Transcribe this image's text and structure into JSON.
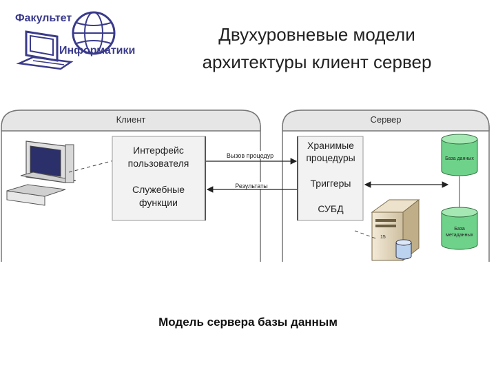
{
  "logo": {
    "line1": "Факультет",
    "line2": "Информатики"
  },
  "title": {
    "line1": "Двухуровневые модели",
    "line2": "архитектуры клиент сервер"
  },
  "diagram": {
    "client_label": "Клиент",
    "server_label": "Сервер",
    "client_box": {
      "line1": "Интерфейс",
      "line2": "пользователя",
      "line3": "Служебные",
      "line4": "функции"
    },
    "server_box": {
      "line1": "Хранимые",
      "line2": "процедуры",
      "line3": "Триггеры",
      "line4": "СУБД"
    },
    "call_label": "Вызов процедур",
    "results_label": "Результаты",
    "db_data_label": "База данных",
    "db_meta_line1": "База",
    "db_meta_line2": "метаданных",
    "server_unit_label": "15"
  },
  "caption": "Модель сервера базы данным",
  "colors": {
    "db_fill": "#6fd28a",
    "db_top": "#a6e8b4",
    "logo_text": "#3a3a8c"
  }
}
